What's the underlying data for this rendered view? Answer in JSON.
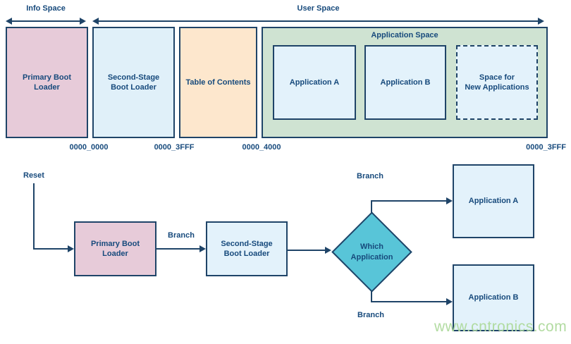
{
  "colors": {
    "line_navy": "#1f4468",
    "text_navy": "#174a7c",
    "pink_region": "#e7cbd9",
    "blue_region": "#e0f0f9",
    "peach_region": "#fde7cd",
    "green_container": "#cfe3d2",
    "inner_blue": "#e3f2fb",
    "diamond_teal": "#58c5d8",
    "watermark_green": "#aeda9d"
  },
  "memory_map": {
    "info_space_label": "Info Space",
    "user_space_label": "User Space",
    "regions": [
      {
        "label": "Primary Boot\nLoader"
      },
      {
        "label": "Second-Stage\nBoot Loader"
      },
      {
        "label": "Table of Contents"
      }
    ],
    "application_space": {
      "label": "Application Space",
      "slots": [
        {
          "label": "Application A"
        },
        {
          "label": "Application B"
        },
        {
          "label": "Space for\nNew Applications"
        }
      ]
    },
    "addresses": [
      "0000_0000",
      "0000_3FFF",
      "0000_4000",
      "0000_3FFF"
    ]
  },
  "flowchart": {
    "reset_label": "Reset",
    "primary_boot_loader": "Primary Boot\nLoader",
    "branch_label_1": "Branch",
    "second_stage_boot_loader": "Second-Stage\nBoot Loader",
    "decision_label": "Which\nApplication",
    "branch_label_top": "Branch",
    "branch_label_bottom": "Branch",
    "application_a": "Application A",
    "application_b": "Application B"
  },
  "watermark": "www.cntronics.com"
}
